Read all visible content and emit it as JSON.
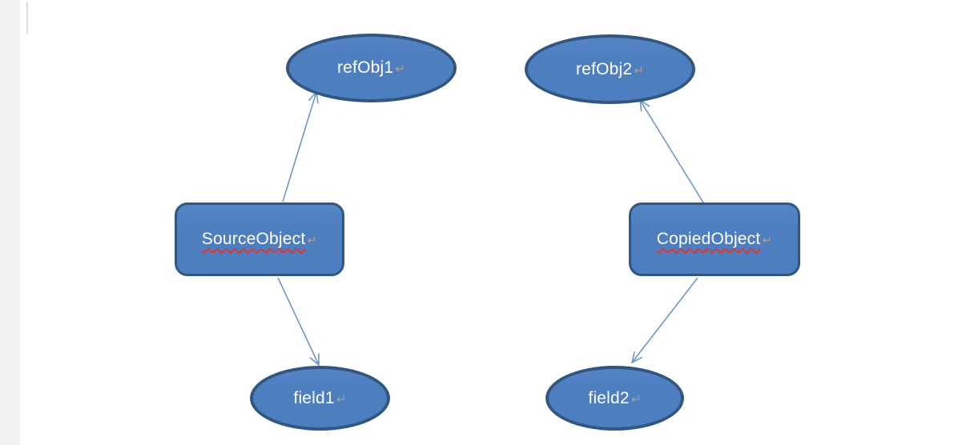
{
  "colors": {
    "node_fill": "#4d7ec0",
    "node_border": "#31567f",
    "connector": "#6e96c8",
    "squiggle": "#e0372c",
    "mark": "#a9a291",
    "text": "#ffffff",
    "page_bg": "#ffffff",
    "margin": "#f2f2f2"
  },
  "diagram": {
    "paragraph_mark": "↵",
    "nodes": [
      {
        "id": "refObj1",
        "label": "refObj1",
        "shape": "ellipse",
        "misspelled": false
      },
      {
        "id": "refObj2",
        "label": "refObj2",
        "shape": "ellipse",
        "misspelled": false
      },
      {
        "id": "SourceObject",
        "label": "SourceObject",
        "shape": "rounded-rect",
        "misspelled": true
      },
      {
        "id": "CopiedObject",
        "label": "CopiedObject",
        "shape": "rounded-rect",
        "misspelled": true
      },
      {
        "id": "field1",
        "label": "field1",
        "shape": "ellipse",
        "misspelled": false
      },
      {
        "id": "field2",
        "label": "field2",
        "shape": "ellipse",
        "misspelled": false
      }
    ],
    "edges": [
      {
        "from": "SourceObject",
        "to": "refObj1",
        "arrowhead": "open"
      },
      {
        "from": "SourceObject",
        "to": "field1",
        "arrowhead": "open"
      },
      {
        "from": "CopiedObject",
        "to": "refObj2",
        "arrowhead": "open"
      },
      {
        "from": "CopiedObject",
        "to": "field2",
        "arrowhead": "open"
      }
    ]
  }
}
